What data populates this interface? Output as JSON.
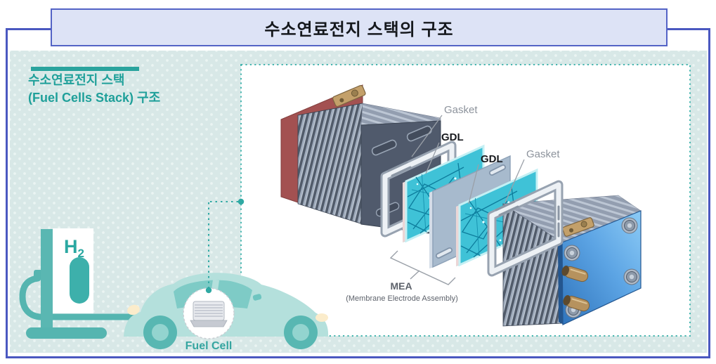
{
  "title": "수소연료전지 스택의 구조",
  "panel_heading": {
    "line1": "수소연료전지 스택",
    "line2": "(Fuel Cells Stack) 구조"
  },
  "diagram": {
    "labels": {
      "gasket_left": "Gasket",
      "gdl_left": "GDL",
      "gdl_right": "GDL",
      "gasket_right": "Gasket",
      "mea_abbr": "MEA",
      "mea_full": "(Membrane Electrode Assembly)"
    }
  },
  "station": {
    "h2_main": "H",
    "h2_sub": "2"
  },
  "car": {
    "fuel_cell_label": "Fuel Cell"
  },
  "colors": {
    "accent_teal": "#2fa7a1",
    "panel_bg": "#d8e8e7",
    "title_box_bg": "#dde3f6",
    "border_blue": "#4a58c0",
    "dashed_border_teal": "#46b5af",
    "gdl_teal": "#3fc2d7",
    "endplate_blue": "#4f9ad8",
    "endplate_red": "#a35151"
  }
}
